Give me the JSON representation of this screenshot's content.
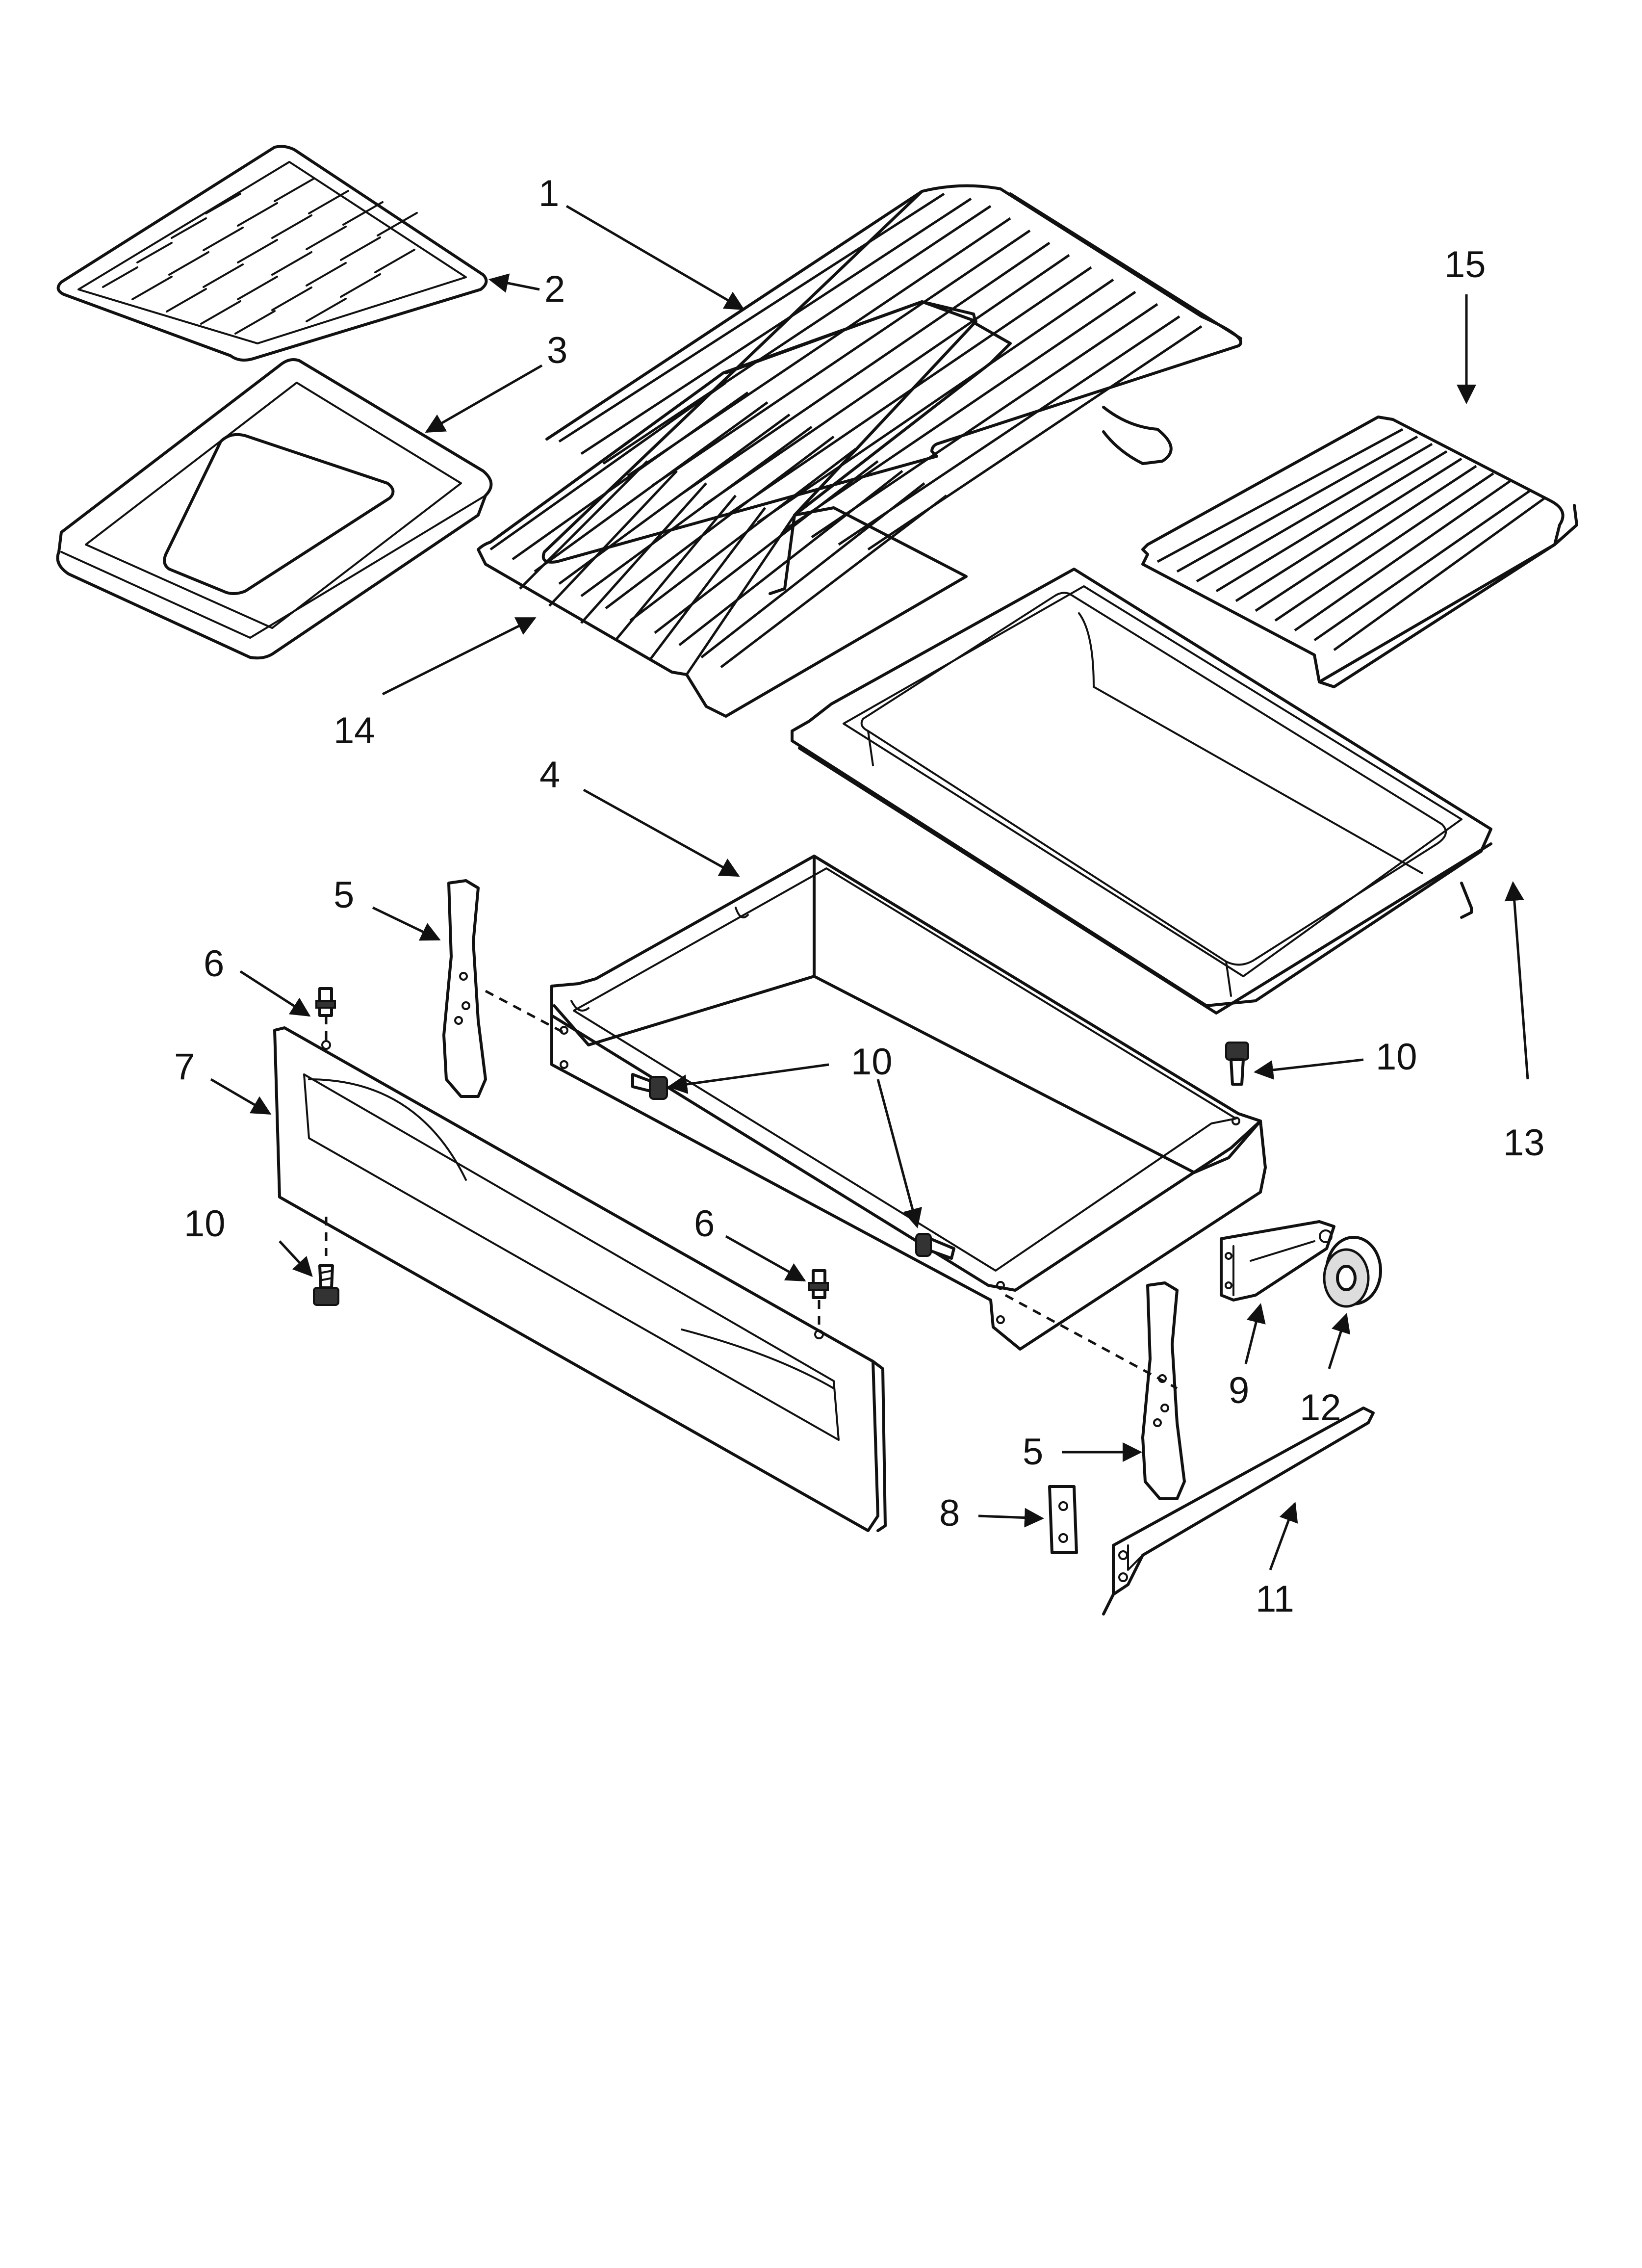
{
  "callouts": [
    {
      "id": "c1",
      "text": "1"
    },
    {
      "id": "c2",
      "text": "2"
    },
    {
      "id": "c3",
      "text": "3"
    },
    {
      "id": "c4",
      "text": "4"
    },
    {
      "id": "c5a",
      "text": "5"
    },
    {
      "id": "c5b",
      "text": "5"
    },
    {
      "id": "c6a",
      "text": "6"
    },
    {
      "id": "c6b",
      "text": "6"
    },
    {
      "id": "c7",
      "text": "7"
    },
    {
      "id": "c8",
      "text": "8"
    },
    {
      "id": "c9",
      "text": "9"
    },
    {
      "id": "c10a",
      "text": "10"
    },
    {
      "id": "c10b",
      "text": "10"
    },
    {
      "id": "c10c",
      "text": "10"
    },
    {
      "id": "c10d",
      "text": "10"
    },
    {
      "id": "c11",
      "text": "11"
    },
    {
      "id": "c12",
      "text": "12"
    },
    {
      "id": "c13",
      "text": "13"
    },
    {
      "id": "c14",
      "text": "14"
    },
    {
      "id": "c15",
      "text": "15"
    }
  ]
}
